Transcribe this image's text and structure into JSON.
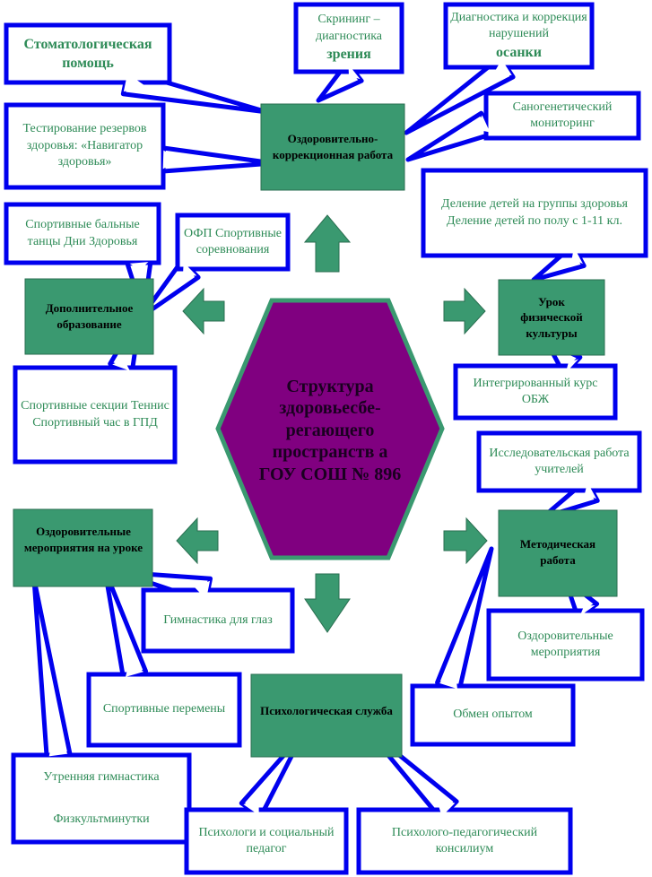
{
  "title": "Структура здоровьесбе-регающего пространств а ГОУ СОШ № 896",
  "colors": {
    "box_fill": "#3a9970",
    "callout_border": "#0000ee",
    "hexagon_fill": "#800080",
    "hexagon_border": "#3a9970",
    "arrow_fill": "#3a9970",
    "callout_text": "#2e8b57"
  },
  "hubs": {
    "wellness_correction": "Оздоровительно-коррекционная работа",
    "pe_lesson": "Урок физической культуры",
    "methodical": "Методическая работа",
    "psych_service": "Психологическая служба",
    "lesson_activities": "Оздоровительные мероприятия на уроке",
    "extra_education": "Дополнительное образование"
  },
  "callouts": {
    "dental": "Стоматологическая помощь",
    "vision_prefix": "Скрининг – диагностика",
    "vision_word": "зрения",
    "posture_prefix": "Диагностика и коррекция нарушений",
    "posture_word": "осанки",
    "sanogenetic": "Саногенетический мониторинг",
    "navigator": "Тестирование резервов здоровья: «Навигатор здоровья»",
    "groups_1": "Деление детей на группы здоровья",
    "groups_2": "Деление детей по полу с 1-11 кл.",
    "ballroom": "Спортивные бальные танцы Дни Здоровья",
    "ofp": "ОФП Спортивные соревнования",
    "obzh": "Интегрированный курс ОБЖ",
    "sports_sections": "Спортивные секции Теннис Спортивный час в ГПД",
    "research": "Исследовательская работа учителей",
    "eye_gym": "Гимнастика для глаз",
    "wellness_events": "Оздоровительные мероприятия",
    "sport_breaks": "Спортивные перемены",
    "experience": "Обмен опытом",
    "morning_gym": "Утренняя гимнастика",
    "phys_minutes": "Физкультминутки",
    "psychologists": "Психологи и социальный педагог",
    "council": "Психолого-педагогический консилиум"
  }
}
